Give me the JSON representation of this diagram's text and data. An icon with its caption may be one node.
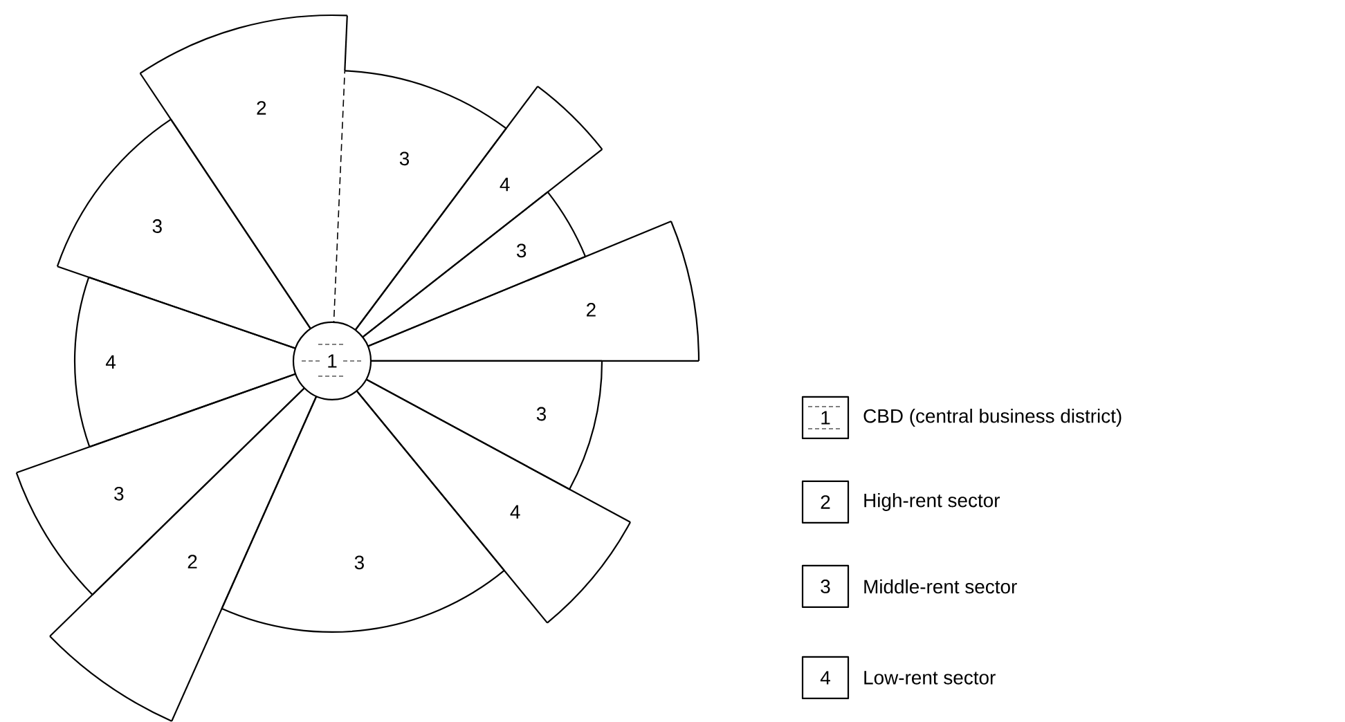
{
  "diagram": {
    "nodes": [
      {
        "text": [
          "1"
        ]
      },
      {
        "text": [
          "2"
        ]
      },
      {
        "text": [
          "3"
        ]
      },
      {
        "text": [
          "4"
        ]
      },
      {
        "text": [
          "3"
        ]
      },
      {
        "text": [
          "2"
        ]
      },
      {
        "text": [
          "3"
        ]
      },
      {
        "text": [
          "4"
        ]
      },
      {
        "text": [
          "3"
        ]
      },
      {
        "text": [
          "2"
        ]
      },
      {
        "text": [
          "3"
        ]
      },
      {
        "text": [
          "4"
        ]
      },
      {
        "text": [
          "3"
        ]
      }
    ],
    "labels": [
      "1",
      "2",
      "3",
      "4"
    ],
    "legend": [
      {
        "text": "CBD (central business district)"
      },
      {
        "text": "High-rent sector"
      },
      {
        "text": "Middle-rent sector"
      },
      {
        "text": "Low-rent sector"
      }
    ]
  }
}
